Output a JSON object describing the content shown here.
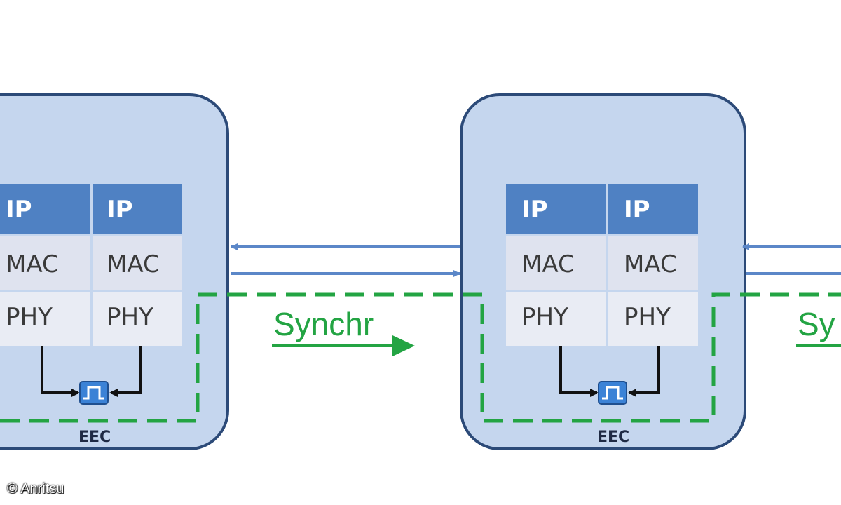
{
  "node_left": {
    "layers": [
      [
        "IP",
        "IP"
      ],
      [
        "MAC",
        "MAC"
      ],
      [
        "PHY",
        "PHY"
      ]
    ],
    "eec_label": "EEC"
  },
  "node_right": {
    "layers": [
      [
        "IP",
        "IP"
      ],
      [
        "MAC",
        "MAC"
      ],
      [
        "PHY",
        "PHY"
      ]
    ],
    "eec_label": "EEC"
  },
  "sync_label": "Synchr",
  "sync_label_partial": "Sy",
  "copyright": "© Anritsu",
  "colors": {
    "node_fill": "#c5d6ee",
    "node_border": "#2c4a78",
    "ip_fill": "#4f81c3",
    "layer_fill_mac": "#dfe3ef",
    "layer_fill_phy": "#e9ecf4",
    "link_blue": "#5b87c8",
    "sync_green": "#23a443",
    "clock_blue": "#3b82d6"
  }
}
